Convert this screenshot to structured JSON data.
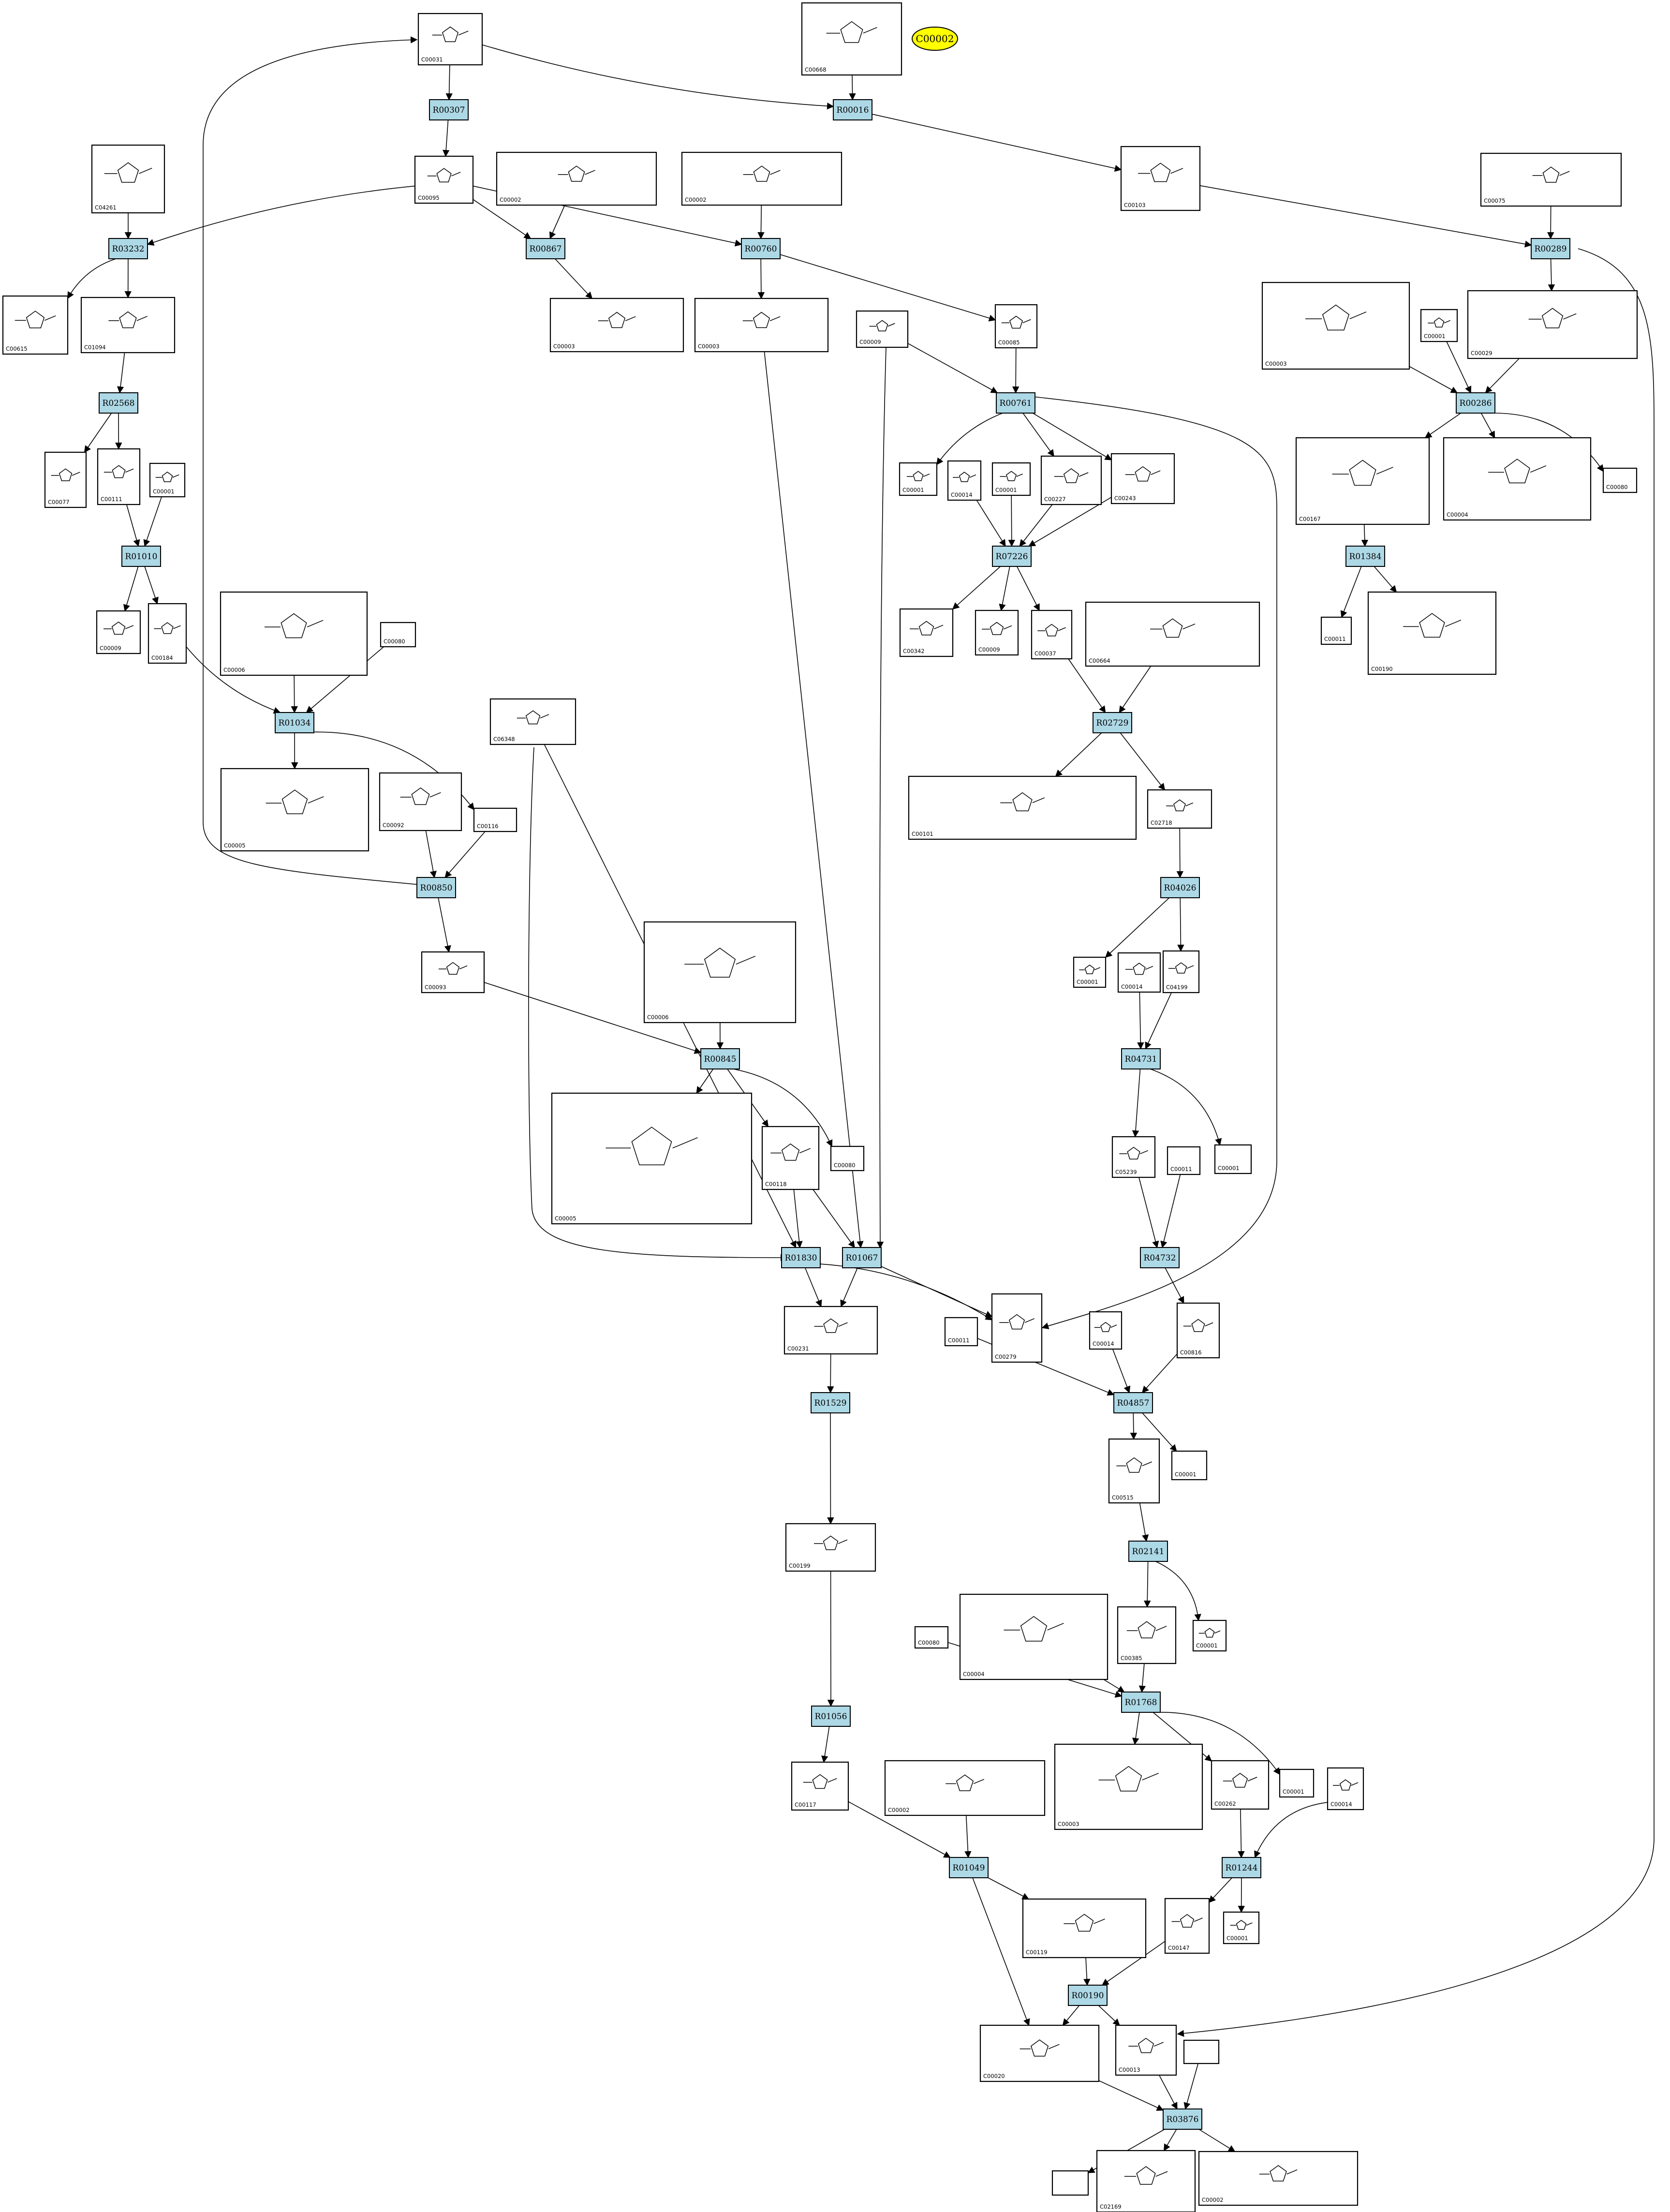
{
  "legend": {
    "label": "C00002",
    "fill": "#ffff00"
  },
  "colors": {
    "reaction_fill": "#add8e6",
    "edge": "#000000"
  },
  "reactions": [
    {
      "id": "R00307"
    },
    {
      "id": "R00016"
    },
    {
      "id": "R03232"
    },
    {
      "id": "R00867"
    },
    {
      "id": "R00760"
    },
    {
      "id": "R00289"
    },
    {
      "id": "R02568"
    },
    {
      "id": "R00761"
    },
    {
      "id": "R00286"
    },
    {
      "id": "R01010"
    },
    {
      "id": "R07226"
    },
    {
      "id": "R01384"
    },
    {
      "id": "R01034"
    },
    {
      "id": "R02729"
    },
    {
      "id": "R00850"
    },
    {
      "id": "R04026"
    },
    {
      "id": "R00845"
    },
    {
      "id": "R04731"
    },
    {
      "id": "R01830"
    },
    {
      "id": "R01067"
    },
    {
      "id": "R04732"
    },
    {
      "id": "R01529"
    },
    {
      "id": "R04857"
    },
    {
      "id": "R02141"
    },
    {
      "id": "R01056"
    },
    {
      "id": "R01768"
    },
    {
      "id": "R01049"
    },
    {
      "id": "R01244"
    },
    {
      "id": "R00190"
    },
    {
      "id": "R03876"
    }
  ],
  "compounds": [
    {
      "id": "C00031"
    },
    {
      "id": "C00668"
    },
    {
      "id": "C04261"
    },
    {
      "id": "C00095"
    },
    {
      "id": "C00002"
    },
    {
      "id": "C00002"
    },
    {
      "id": "C00103"
    },
    {
      "id": "C00075"
    },
    {
      "id": "C00615"
    },
    {
      "id": "C01094"
    },
    {
      "id": "C00003"
    },
    {
      "id": "C00003"
    },
    {
      "id": "C00085"
    },
    {
      "id": "C00009"
    },
    {
      "id": "C00003"
    },
    {
      "id": "C00001"
    },
    {
      "id": "C00029"
    },
    {
      "id": "C00077"
    },
    {
      "id": "C00111"
    },
    {
      "id": "C00001"
    },
    {
      "id": "C00001"
    },
    {
      "id": "C00014"
    },
    {
      "id": "C00001"
    },
    {
      "id": "C00227"
    },
    {
      "id": "C00243"
    },
    {
      "id": "C00167"
    },
    {
      "id": "C00004"
    },
    {
      "id": "C00080"
    },
    {
      "id": "C00009"
    },
    {
      "id": "C00184"
    },
    {
      "id": "C00006"
    },
    {
      "id": "C00080"
    },
    {
      "id": "C00342"
    },
    {
      "id": "C00009"
    },
    {
      "id": "C00037"
    },
    {
      "id": "C00664"
    },
    {
      "id": "C00011"
    },
    {
      "id": "C00190"
    },
    {
      "id": "C06348"
    },
    {
      "id": "C00005"
    },
    {
      "id": "C00092"
    },
    {
      "id": "C00116"
    },
    {
      "id": "C00101"
    },
    {
      "id": "C02718"
    },
    {
      "id": "C00093"
    },
    {
      "id": "C00006"
    },
    {
      "id": "C00001"
    },
    {
      "id": "C00014"
    },
    {
      "id": "C04199"
    },
    {
      "id": "C00005"
    },
    {
      "id": "C00118"
    },
    {
      "id": "C00080"
    },
    {
      "id": "C05239"
    },
    {
      "id": "C00011"
    },
    {
      "id": "C00001"
    },
    {
      "id": "C00231"
    },
    {
      "id": "C00011"
    },
    {
      "id": "C00279"
    },
    {
      "id": "C00014"
    },
    {
      "id": "C00816"
    },
    {
      "id": "C00515"
    },
    {
      "id": "C00001"
    },
    {
      "id": "C00199"
    },
    {
      "id": "C00004"
    },
    {
      "id": "C00080"
    },
    {
      "id": "C00385"
    },
    {
      "id": "C00001"
    },
    {
      "id": "C00117"
    },
    {
      "id": "C00002"
    },
    {
      "id": "C00003"
    },
    {
      "id": "C00262"
    },
    {
      "id": "C00001"
    },
    {
      "id": "C00014"
    },
    {
      "id": "C00119"
    },
    {
      "id": "C00147"
    },
    {
      "id": "C00001"
    },
    {
      "id": "C00020"
    },
    {
      "id": "C00013"
    },
    {
      "id": ""
    },
    {
      "id": ""
    },
    {
      "id": "C02169"
    },
    {
      "id": "C00002"
    }
  ]
}
